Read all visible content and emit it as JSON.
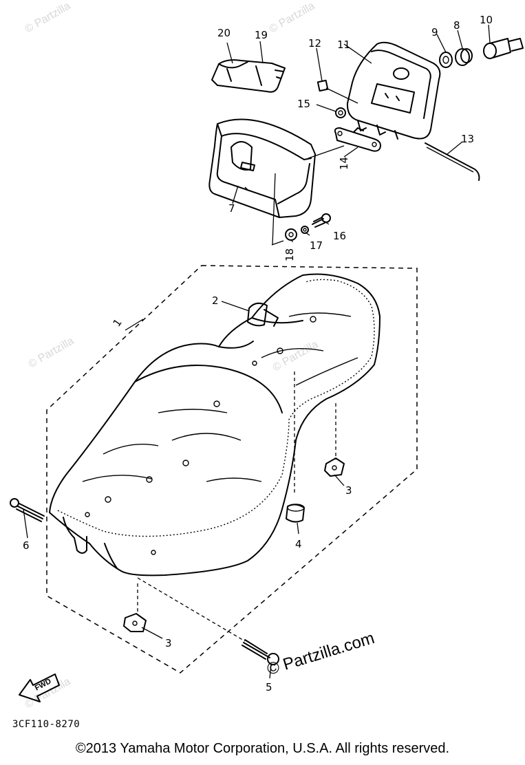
{
  "diagram": {
    "callouts": [
      "1",
      "2",
      "3",
      "3",
      "4",
      "5",
      "6",
      "7",
      "8",
      "9",
      "10",
      "11",
      "12",
      "13",
      "14",
      "15",
      "16",
      "17",
      "18",
      "19",
      "20"
    ],
    "fwd_label": "FWD",
    "part_code": "3CF110-8270",
    "brand_mark": "© Partzilla.com",
    "watermark": "© Partzilla"
  },
  "footer": {
    "copyright": "©2013  Yamaha Motor Corporation, U.S.A. All rights reserved."
  }
}
